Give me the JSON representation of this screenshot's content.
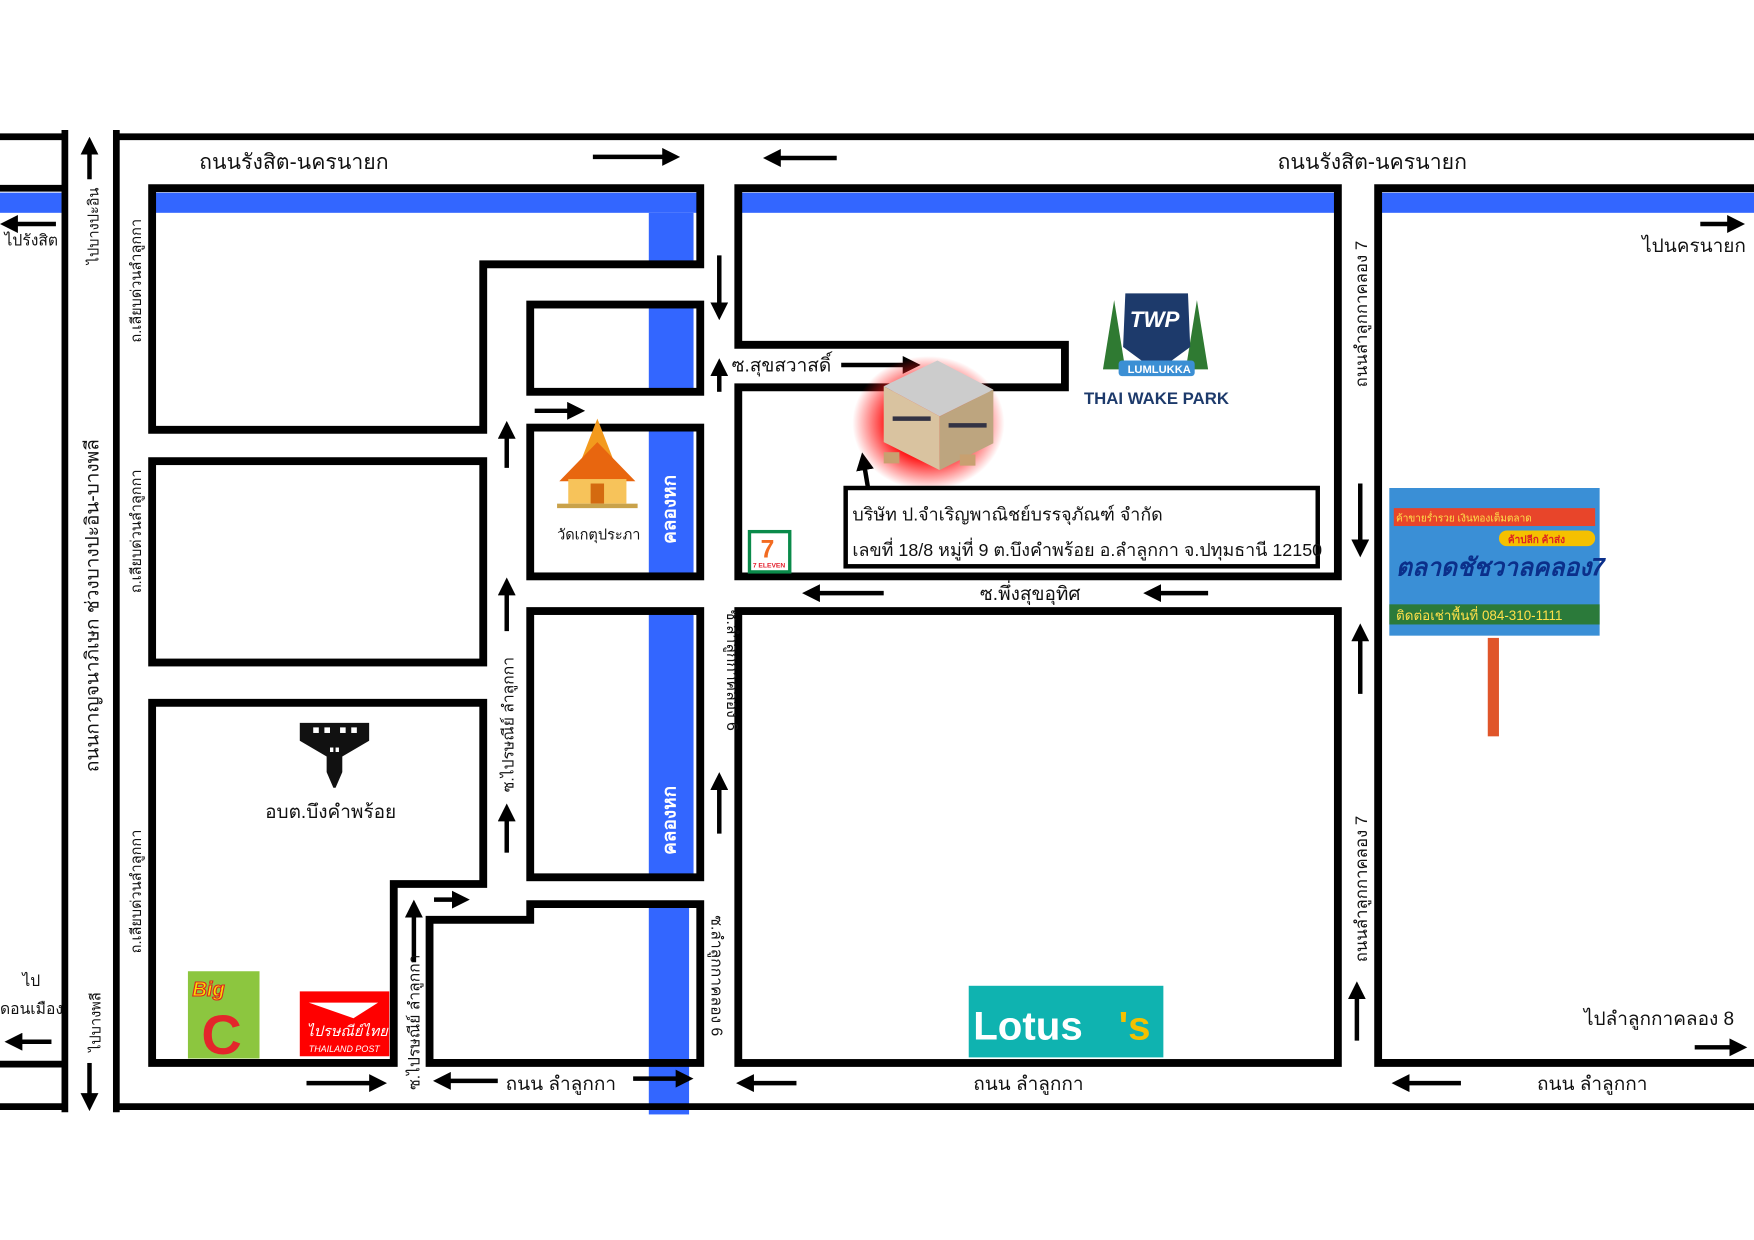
{
  "colors": {
    "canal": "#3366ff",
    "road_outline": "#000000",
    "highlight": "#ff1a1a",
    "lotus_bg": "#0fb3b0",
    "lotus_accent": "#f5c000",
    "bigc_bg": "#8cc63f",
    "post_bg": "#ff0000",
    "wakepark_text": "#1d3a6b"
  },
  "roads": {
    "rangsit_nakhon_nayok_left": "ถนนรังสิต-นครนายก",
    "rangsit_nakhon_nayok_right": "ถนนรังสิต-นครนายก",
    "kanchanaphisek": "ถนนกาญจนาภิเษก ช่วงบางปะอิน-บางพลี",
    "to_bang_pa_in": "ไปบางปะอิน",
    "to_bang_phli": "ไปบางพลี",
    "to_rangsit": "ไปรังสิต",
    "to_don_mueang_1": "ไป",
    "to_don_mueang_2": "ดอนเมือง",
    "to_nakhon_nayok": "ไปนครนายก",
    "to_lam_luk_ka_8": "ไปลำลูกกาคลอง 8",
    "frontage_1": "ถ.เลียบด่วนลำลูกกา",
    "frontage_2": "ถ.เลียบด่วนลำลูกกา",
    "frontage_3": "ถ.เลียบด่วนลำลูกกา",
    "soi_praisani_1": "ซ.ไปรษณีย์ ลำลูกกา",
    "soi_praisani_2": "ซ.ไปรษณีย์ ลำลูกกา",
    "soi_lam_luk_ka_6_a": "ซ.ลำลูกกาคลอง 6",
    "soi_lam_luk_ka_6_b": "ซ.ลำลูกกาคลอง 6",
    "lam_luk_ka_7_a": "ถนนลำลูกกาคลอง 7",
    "lam_luk_ka_7_b": "ถนนลำลูกกาคลอง 7",
    "soi_suksawat": "ซ.สุขสวาสดิ์",
    "soi_phueng_suk": "ซ.พึ่งสุขอุทิศ",
    "lam_luk_ka_1": "ถนน ลำลูกกา",
    "lam_luk_ka_2": "ถนน ลำลูกกา",
    "lam_luk_ka_3": "ถนน ลำลูกกา",
    "canal_1": "คลองหก",
    "canal_2": "คลองหก"
  },
  "landmarks": {
    "temple": "วัดเกตุประภา",
    "obt": "อบต.บึงคำพร้อย",
    "wakepark_logo": "TWP",
    "wakepark_badge": "LUMLUKKA",
    "wakepark": "THAI WAKE PARK",
    "seven_eleven": "7 ELEVEN",
    "bigc_1": "Big",
    "bigc_2": "C",
    "post_th": "ไปรษณีย์ไทย",
    "post_en": "THAILAND POST",
    "lotus_main": "Lotus",
    "lotus_s": "'s",
    "billboard_top": "ค้าขายร่ำรวย เงินทองเต็มตลาด",
    "billboard_badge": "ค้าปลีก ค้าส่ง",
    "billboard_title": "ตลาดชัชวาลคลอง7",
    "billboard_contact": "ติดต่อเช่าพื้นที่ 084-310-1111"
  },
  "company": {
    "name": "บริษัท ป.จำเริญพาณิชย์บรรจุภัณฑ์ จำกัด",
    "address": "เลขที่ 18/8 หมู่ที่ 9 ต.บึงคำพร้อย อ.ลำลูกกา จ.ปทุมธานี 12150"
  }
}
